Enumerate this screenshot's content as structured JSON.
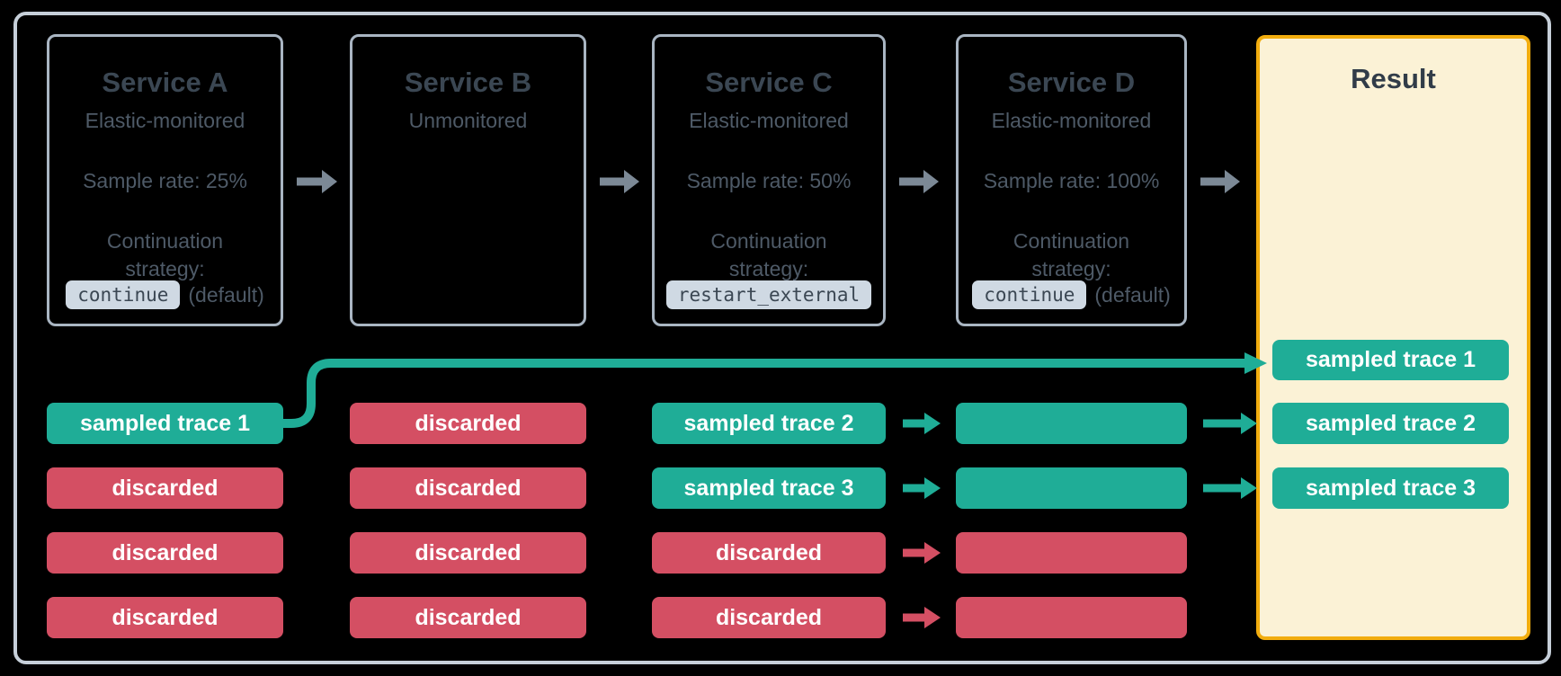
{
  "palette": {
    "background": "#000000",
    "outer_frame_border": "#c6cfd9",
    "service_box_border": "#a9b5c2",
    "title_text": "#3b4753",
    "body_text": "#4e5a67",
    "code_pill_bg": "#cfd9e3",
    "code_pill_text": "#3b4753",
    "sampled_teal": "#1fad97",
    "discarded_red": "#d44f63",
    "flow_arrow_gray": "#7c8996",
    "result_bg": "#fbf2d6",
    "result_border": "#f2ad0e",
    "pill_text": "#ffffff"
  },
  "services": [
    {
      "title": "Service A",
      "monitoring": "Elastic-monitored",
      "sample_rate": "Sample rate: 25%",
      "continuation_label": "Continuation strategy:",
      "strategy_code": "continue",
      "strategy_suffix": "(default)"
    },
    {
      "title": "Service B",
      "monitoring": "Unmonitored"
    },
    {
      "title": "Service C",
      "monitoring": "Elastic-monitored",
      "sample_rate": "Sample rate: 50%",
      "continuation_label": "Continuation strategy:",
      "strategy_code": "restart_external"
    },
    {
      "title": "Service D",
      "monitoring": "Elastic-monitored",
      "sample_rate": "Sample rate: 100%",
      "continuation_label": "Continuation strategy:",
      "strategy_code": "continue",
      "strategy_suffix": "(default)"
    }
  ],
  "trace_columns": {
    "service_a": {
      "pills": [
        {
          "label": "sampled trace 1",
          "type": "sampled"
        },
        {
          "label": "discarded",
          "type": "discarded"
        },
        {
          "label": "discarded",
          "type": "discarded"
        },
        {
          "label": "discarded",
          "type": "discarded"
        }
      ]
    },
    "service_b": {
      "pills": [
        {
          "label": "discarded",
          "type": "discarded"
        },
        {
          "label": "discarded",
          "type": "discarded"
        },
        {
          "label": "discarded",
          "type": "discarded"
        },
        {
          "label": "discarded",
          "type": "discarded"
        }
      ]
    },
    "service_c": {
      "pills": [
        {
          "label": "sampled trace 2",
          "type": "sampled"
        },
        {
          "label": "sampled trace 3",
          "type": "sampled"
        },
        {
          "label": "discarded",
          "type": "discarded"
        },
        {
          "label": "discarded",
          "type": "discarded"
        }
      ]
    },
    "service_d": {
      "pills": [
        {
          "label": "",
          "type": "sampled"
        },
        {
          "label": "",
          "type": "sampled"
        },
        {
          "label": "",
          "type": "discarded"
        },
        {
          "label": "",
          "type": "discarded"
        }
      ]
    }
  },
  "result": {
    "title": "Result",
    "pills": [
      {
        "label": "sampled trace 1",
        "type": "sampled"
      },
      {
        "label": "sampled trace 2",
        "type": "sampled"
      },
      {
        "label": "sampled trace 3",
        "type": "sampled"
      }
    ]
  }
}
